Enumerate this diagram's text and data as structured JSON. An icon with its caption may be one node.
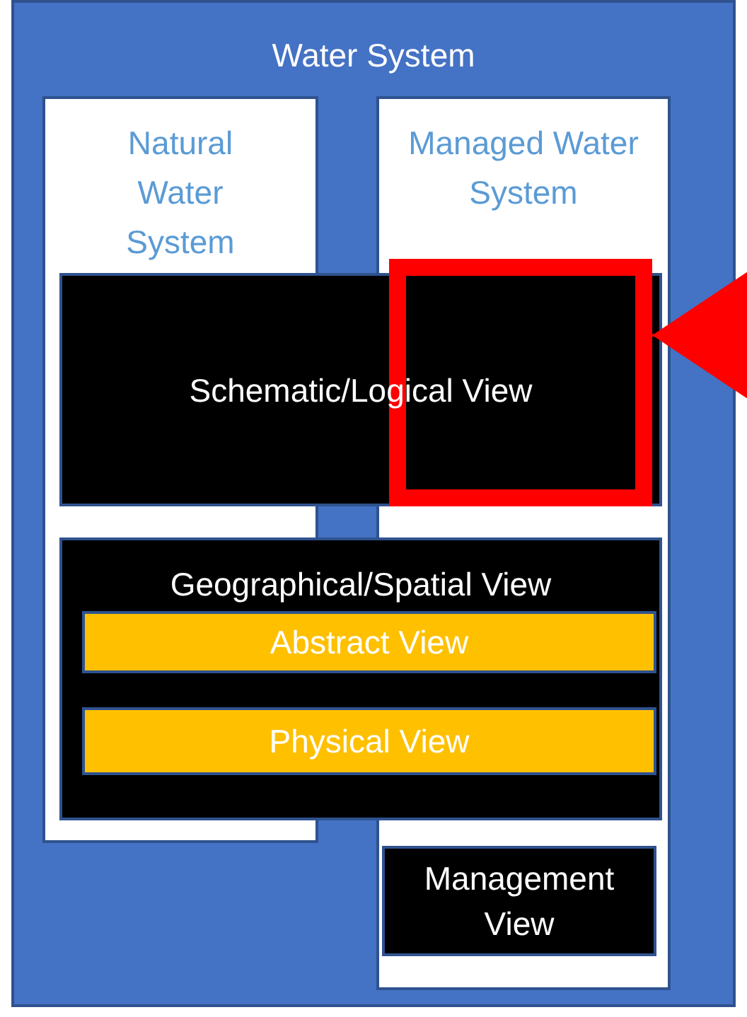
{
  "diagram": {
    "nodes": [
      {
        "text": [
          "Water System"
        ]
      },
      {
        "text": [
          "Natural Water System"
        ],
        "in": 0
      },
      {
        "text": [
          "Managed Water System"
        ],
        "in": 0
      },
      {
        "text": [
          "Schematic/Logical View"
        ],
        "in": 0
      },
      {
        "text": [],
        "shape": "box",
        "in": 2
      },
      {
        "text": [
          "Geographical/Spatial View"
        ],
        "in": 0
      },
      {
        "text": [
          "Abstract View"
        ],
        "in": 5
      },
      {
        "text": [
          "Physical View"
        ],
        "in": 5
      },
      {
        "text": [
          "Management View"
        ],
        "in": 2
      }
    ],
    "edges": [
      {
        "from": null,
        "to": 4,
        "arrow": "to",
        "color": "#ff0000"
      }
    ]
  }
}
